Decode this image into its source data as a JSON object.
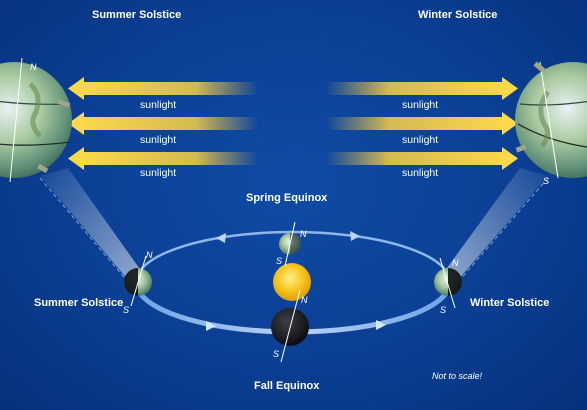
{
  "labels": {
    "top_left_title": "Summer Solstice",
    "top_right_title": "Winter Solstice",
    "spring_equinox": "Spring Equinox",
    "fall_equinox": "Fall Equinox",
    "orbit_summer": "Summer Solstice",
    "orbit_winter": "Winter Solstice",
    "note": "Not to scale!"
  },
  "sunlight_arrows": {
    "left": [
      "sunlight",
      "sunlight",
      "sunlight"
    ],
    "right": [
      "sunlight",
      "sunlight",
      "sunlight"
    ]
  },
  "pole_labels": {
    "north": "N",
    "south": "S"
  },
  "colors": {
    "background": "#0b3f93",
    "sun": "#f7c21a",
    "arrow": "#f5c93a",
    "orbit": "#8fb6ea",
    "text": "#ffffff"
  }
}
